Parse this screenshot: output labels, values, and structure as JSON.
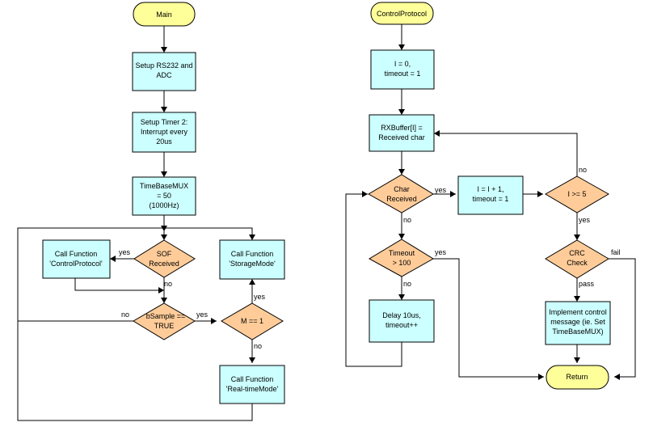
{
  "colors": {
    "terminal": "#ffff99",
    "process": "#ccffff",
    "decision": "#ffcc99",
    "stroke": "#000000",
    "background": "#ffffff"
  },
  "main_flow": {
    "start": "Main",
    "setup_rs232": [
      "Setup RS232 and",
      "ADC"
    ],
    "setup_timer": [
      "Setup Timer 2:",
      "Interrupt every",
      "20us"
    ],
    "timebasemux": [
      "TimeBaseMUX",
      "= 50",
      "(1000Hz)"
    ],
    "call_control_protocol": [
      "Call Function",
      "'ControlProtocol'"
    ],
    "sof_received": [
      "SOF",
      "Received"
    ],
    "call_storage_mode": [
      "Call Function",
      "'StorageMode'"
    ],
    "bsample_true": [
      "bSample ==",
      "TRUE"
    ],
    "m_equals_1": [
      "M == 1"
    ],
    "call_realtime_mode": [
      "Call Function",
      "'Real-timeMode'"
    ],
    "yes_sof": "yes",
    "no_sof": "no",
    "no_bsample": "no",
    "yes_bsample": "yes",
    "yes_m": "yes",
    "no_m": "no"
  },
  "control_protocol_flow": {
    "start": "ControlProtocol",
    "init": [
      "I = 0,",
      "timeout = 1"
    ],
    "rx_buffer": [
      "RXBuffer[I] =",
      "Received char"
    ],
    "char_received": [
      "Char",
      "Received"
    ],
    "increment": [
      "I = I + 1,",
      "timeout = 1"
    ],
    "i_ge_5": [
      "I >= 5"
    ],
    "timeout_100": [
      "Timeout",
      "> 100"
    ],
    "crc_check": [
      "CRC",
      "Check"
    ],
    "delay": [
      "Delay 10us,",
      "timeout++"
    ],
    "implement": [
      "Implement control",
      "message (ie. Set",
      "TimeBaseMUX)"
    ],
    "return": "Return",
    "yes_char": "yes",
    "no_char": "no",
    "no_i": "no",
    "yes_i": "yes",
    "yes_timeout": "yes",
    "no_timeout": "no",
    "fail_crc": "fail",
    "pass_crc": "pass"
  }
}
